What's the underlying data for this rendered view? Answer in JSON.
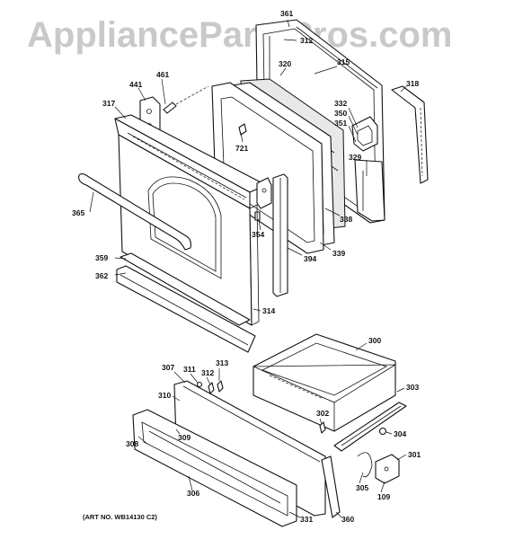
{
  "watermark": "AppliancePartsPros.com",
  "art_number": "(ART NO. WB14130 C2)",
  "callouts": {
    "c361": "361",
    "c312a": "312",
    "c320": "320",
    "c315": "315",
    "c318": "318",
    "c461": "461",
    "c441": "441",
    "c317": "317",
    "c332": "332",
    "c350": "350",
    "c351": "351",
    "c721": "721",
    "c329": "329",
    "c365": "365",
    "c354": "354",
    "c338": "338",
    "c339": "339",
    "c394": "394",
    "c359": "359",
    "c362": "362",
    "c314": "314",
    "c300": "300",
    "c307": "307",
    "c311": "311",
    "c313": "313",
    "c312b": "312",
    "c303": "303",
    "c310": "310",
    "c302": "302",
    "c304": "304",
    "c309": "309",
    "c308": "308",
    "c301": "301",
    "c305": "305",
    "c109": "109",
    "c306": "306",
    "c331": "331",
    "c360": "360"
  }
}
